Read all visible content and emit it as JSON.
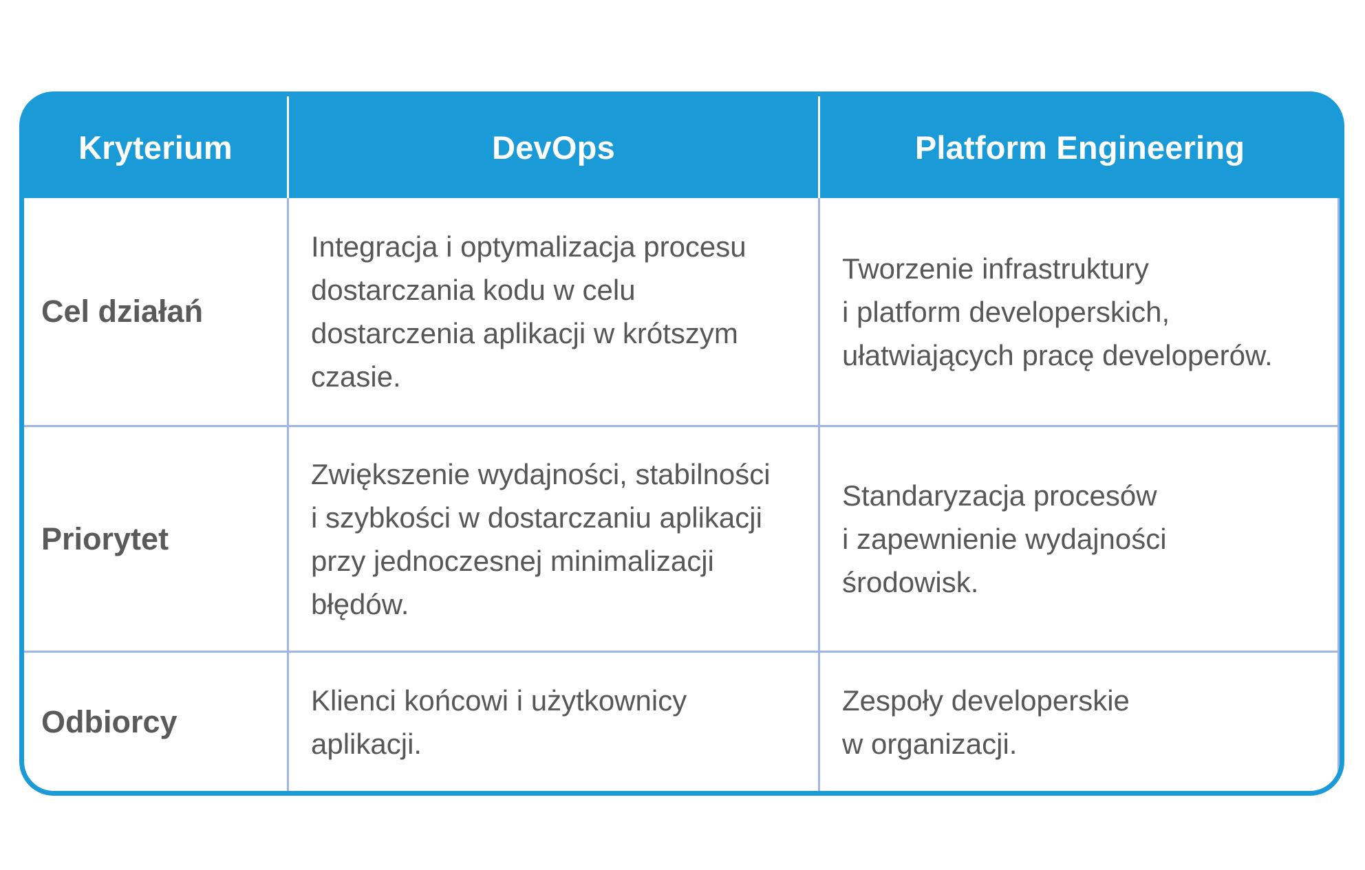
{
  "header": {
    "criterion": "Kryterium",
    "devops": "DevOps",
    "platform": "Platform Engineering"
  },
  "rows": [
    {
      "criterion": "Cel działań",
      "devops": "Integracja i optymalizacja procesu\ndostarczania kodu w celu\ndostarczenia aplikacji w krótszym\nczasie.",
      "platform": "Tworzenie infrastruktury\ni platform developerskich,\nułatwiających pracę developerów."
    },
    {
      "criterion": "Priorytet",
      "devops": "Zwiększenie wydajności, stabilności\ni szybkości w dostarczaniu aplikacji\nprzy jednoczesnej minimalizacji\nbłędów.",
      "platform": "Standaryzacja procesów\ni zapewnienie wydajności\nśrodowisk."
    },
    {
      "criterion": "Odbiorcy",
      "devops": "Klienci końcowi i użytkownicy\naplikacji.",
      "platform": "Zespoły developerskie\nw organizacji."
    }
  ],
  "colors": {
    "accent": "#1b9ad8",
    "grid_line": "#9fb6ea",
    "text": "#575757"
  }
}
